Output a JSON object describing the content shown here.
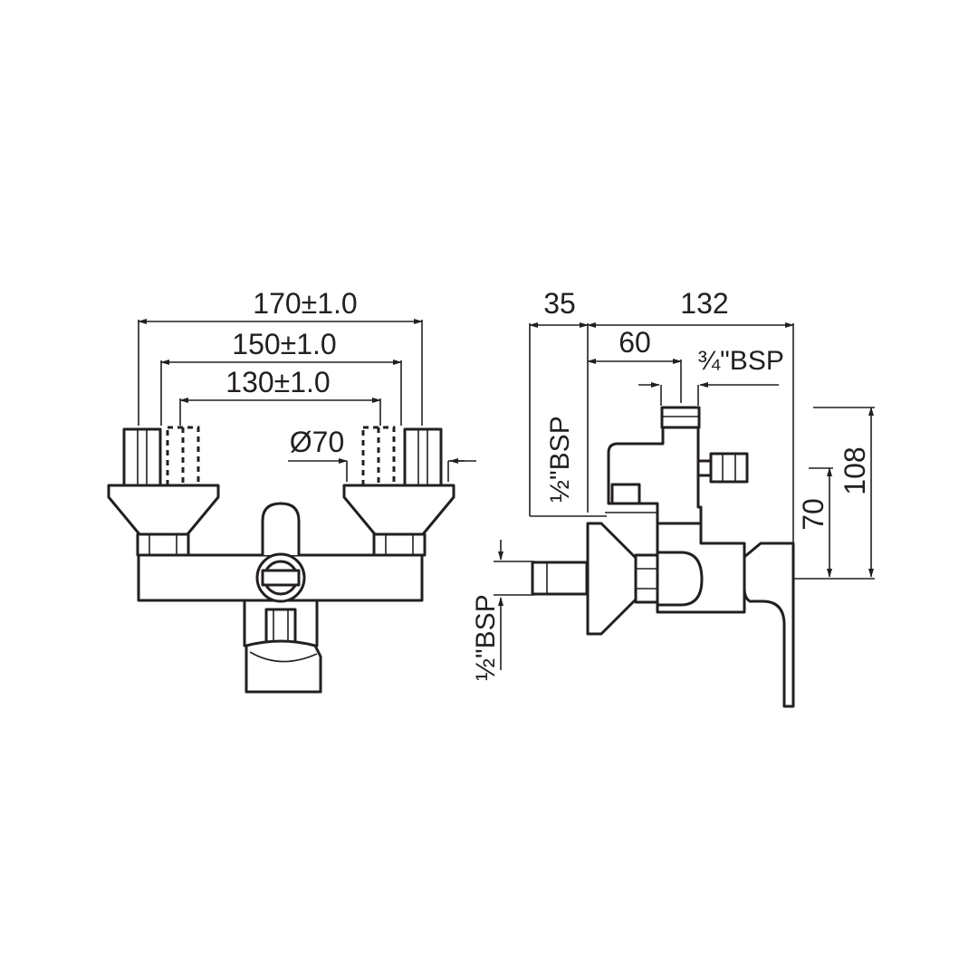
{
  "front_view": {
    "dim_170": "170±1.0",
    "dim_150": "150±1.0",
    "dim_130": "130±1.0",
    "dim_diameter": "Ø70"
  },
  "side_view": {
    "dim_35": "35",
    "dim_132": "132",
    "dim_60": "60",
    "dim_bsp_outlet": "¾\"BSP",
    "dim_bsp_inlet_top": "½\"BSP",
    "dim_bsp_inlet_bottom": "½\"BSP",
    "dim_70": "70",
    "dim_108": "108"
  },
  "colors": {
    "line": "#231f20",
    "background": "#ffffff"
  }
}
